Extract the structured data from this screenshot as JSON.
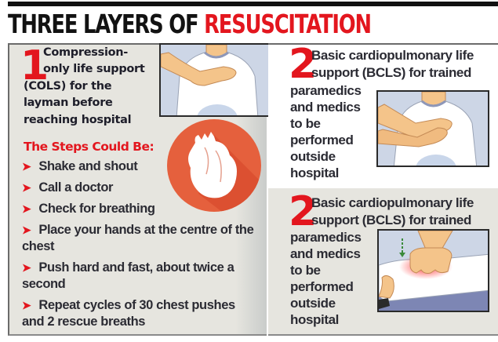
{
  "headline": {
    "part1": "THREE LAYERS OF ",
    "part2": "RESUSCITATION"
  },
  "layer1": {
    "number": "1",
    "lines": [
      "Compression-",
      "only life support",
      "(COLS) for the",
      "layman before",
      "reaching hospital"
    ],
    "steps_title": "The Steps Could Be:",
    "steps": [
      "Shake and shout",
      "Call a doctor",
      "Check for breathing",
      "Place your hands at the centre of the chest",
      "Push hard and fast, about twice a second",
      "Repeat cycles of 30 chest pushes and 2 rescue breaths"
    ],
    "illustration": "hand-on-chest",
    "icon": "heart-icon"
  },
  "layer2a": {
    "number": "2",
    "line1": "Basic cardiopulmonary life",
    "line2": "support (BCLS) for trained",
    "side_lines": [
      "paramedics",
      "and medics",
      "to be",
      "performed",
      "outside",
      "hospital"
    ],
    "illustration": "hands-clasped-on-chest"
  },
  "layer2b": {
    "number": "2",
    "line1": "Basic cardiopulmonary life",
    "line2": "support (BCLS) for trained",
    "side_lines": [
      "paramedics",
      "and medics",
      "to be",
      "performed",
      "outside",
      "hospital"
    ],
    "illustration": "chest-compression-on-patient"
  },
  "colors": {
    "accent_red": "#e3161e",
    "panel_gray": "#e6e5df",
    "heart_orange": "#e5603d",
    "text_dark": "#1e1e2a"
  }
}
